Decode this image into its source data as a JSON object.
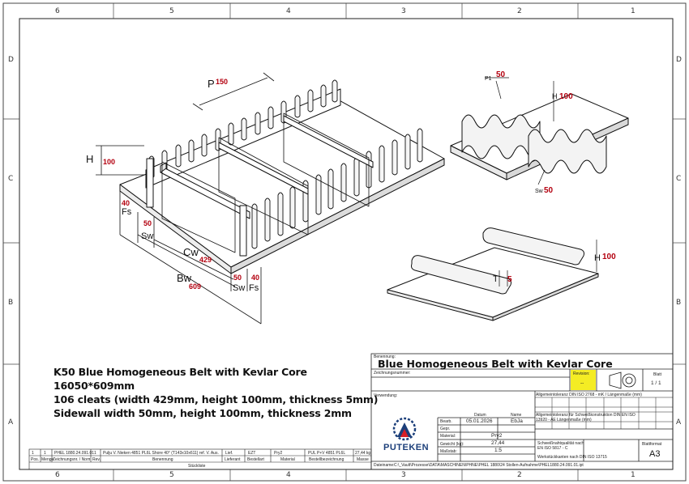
{
  "zones": {
    "top": [
      "6",
      "5",
      "4",
      "3",
      "2",
      "1"
    ],
    "bottom": [
      "6",
      "5",
      "4",
      "3",
      "2",
      "1"
    ],
    "left": [
      "D",
      "C",
      "B",
      "A"
    ],
    "right": [
      "D",
      "C",
      "B",
      "A"
    ]
  },
  "main_drawing": {
    "h_label": "H",
    "h_value": "100",
    "p_label": "P",
    "p_value": "150",
    "fs_label": "Fs",
    "fs_value": "40",
    "sw_label": "Sw",
    "sw_value": "50",
    "cw_label": "Cw",
    "cw_value": "429",
    "bw_label": "Bw",
    "bw_value": "609",
    "sw2_label": "Sw",
    "sw2_value": "50",
    "fs2_label": "Fs",
    "fs2_value": "40"
  },
  "sidewall_detail": {
    "p1_label": "P1",
    "p1_value": "50",
    "h_label": "H",
    "h_value": "100",
    "sw_label": "Sw",
    "sw_value": "50"
  },
  "cleat_detail": {
    "h_label": "H",
    "h_value": "100",
    "t_label": "T",
    "t_value": "5"
  },
  "notes": [
    "K50 Blue Homogeneous Belt with Kevlar Core",
    "16050*609mm",
    "106 cleats (width 429mm, height 100mm, thickness 5mm)",
    "Sidewall width 50mm, height 100mm, thickness 2mm"
  ],
  "title_block": {
    "benennung_label": "Benennung:",
    "title": "Blue Homogeneous Belt with Kevlar Core",
    "zeichnungsnummer_label": "Zeichnungsnummer:",
    "verwendung_label": "Verwendung:",
    "revision_label": "Revision:",
    "revision_value": "--",
    "blatt_label": "Blatt",
    "blatt_value": "1 / 1",
    "logo_text": "PUTEKEN",
    "rows": [
      {
        "label": "Bearb.",
        "date": "05.01.2026",
        "name": "EbJa"
      },
      {
        "label": "Gepr.",
        "date": "",
        "name": ""
      }
    ],
    "datum_label": "Datum",
    "name_label": "Name",
    "material_label": "Material:",
    "material_value": "Pry2",
    "gewicht_label": "Gewicht (kg):",
    "gewicht_value": "27,44",
    "massstab_label": "Maßstab:",
    "massstab_value": "1:5",
    "blattformat_label": "Blattformat",
    "blattformat_value": "A3",
    "dateiname_label": "Dateiname:",
    "dateiname_value": "C:\\_Vault\\Prozesse\\DATA\\MASCHINEN\\PHNE\\PHEL 1880\\24 Stollen-Aufnahme\\PHEL1880.24.091.01.ipt",
    "tolerance_head": "Allgemeintoleranz DIN ISO 2768 - mK / Längenmaße (mm)",
    "tolerance_head2": "Allgemeintoleranz für Schweißkonstruktion DIN EN ISO 13920 - AE Längenmaße (mm)",
    "weld_label": "Schweißnahtqualität nach EN ISO 5817 - C",
    "werk_label": "Werkstückkanten nach DIN ISO 13715"
  },
  "revision_table": {
    "row": [
      "1",
      "1",
      "PHEL 1880.24.091.01",
      "1",
      "Pulju V. Nieken 4851 PL6L Shore 40° (T143x10x611) ref. V. Aus.",
      "Lief.",
      "EZT",
      "Pry2",
      "PUL P+V 4851 PL6L",
      "27,44 kg"
    ],
    "head": [
      "Pos.",
      "Menge",
      "Zeichnungsnr. / Normteil",
      "Rev.",
      "Benennung",
      "Lieferant",
      "Bestellart",
      "Material",
      "Bestellbezeichnung",
      "Masse"
    ],
    "footer": "Stückliste"
  },
  "colors": {
    "dim_red": "#b3000f",
    "revision_yellow": "#f4ec24",
    "logo_blue": "#1c3f7a",
    "logo_red": "#d81f26"
  }
}
